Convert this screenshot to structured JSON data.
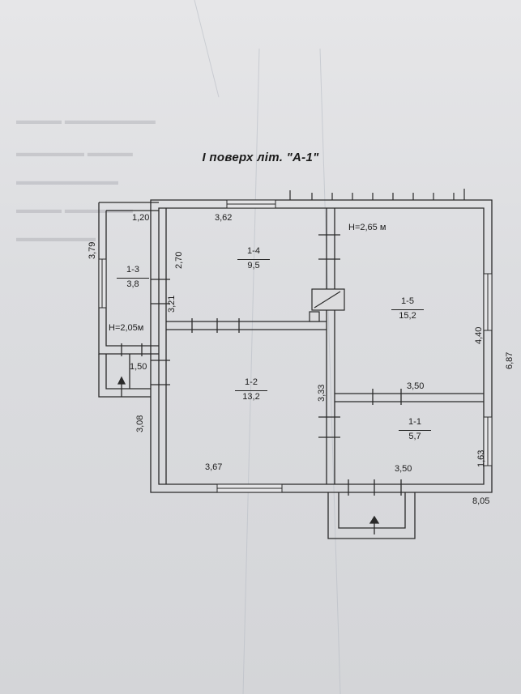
{
  "title": "I поверх літ. \"А-1\"",
  "rooms": [
    {
      "id": "1-1",
      "area": "5,7"
    },
    {
      "id": "1-2",
      "area": "13,2"
    },
    {
      "id": "1-3",
      "area": "3,8"
    },
    {
      "id": "1-4",
      "area": "9,5"
    },
    {
      "id": "1-5",
      "area": "15,2"
    }
  ],
  "heights": {
    "main": "H=2,65 м",
    "porch": "H=2,05м"
  },
  "dimensions": {
    "d_120": "1,20",
    "d_362": "3,62",
    "d_379": "3,79",
    "d_270": "2,70",
    "d_321": "3,21",
    "d_440": "4,40",
    "d_687": "6,87",
    "d_150": "1,50",
    "d_333": "3,33",
    "d_350_top": "3,50",
    "d_308": "3,08",
    "d_163": "1,63",
    "d_367": "3,67",
    "d_350_bottom": "3,50",
    "d_805": "8,05"
  }
}
